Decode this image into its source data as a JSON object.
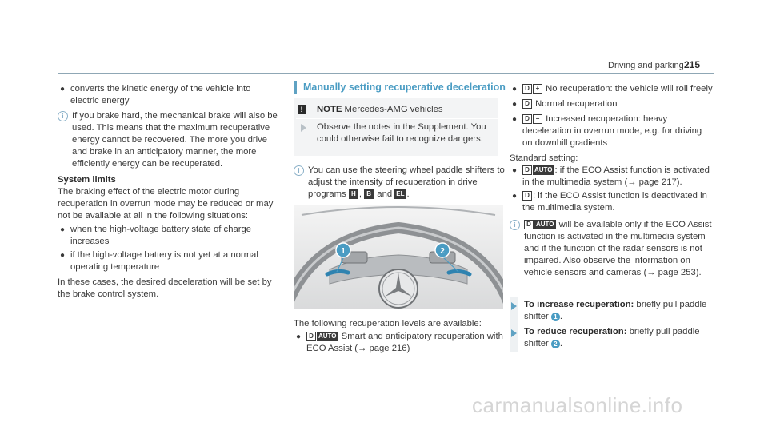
{
  "header": {
    "title": "Driving and parking",
    "page": "215"
  },
  "left": {
    "bullet1": "converts the kinetic energy of the vehicle into electric energy",
    "info1": "If you brake hard, the mechanical brake will also be used. This means that the maximum recuperative energy cannot be recovered. The more you drive and brake in an anticipatory manner, the more efficiently energy can be recuperated.",
    "system_limits_heading": "System limits",
    "system_limits_text": "The braking effect of the electric motor during recuperation in overrun mode may be reduced or may not be available at all in the following situations:",
    "limit_items": [
      "when the high-voltage battery state of charge increases",
      "if the high-voltage battery is not yet at a normal operating temperature"
    ],
    "closing": "In these cases, the desired deceleration will be set by the brake control system."
  },
  "middle": {
    "section_title": "Manually setting recuperative deceleration",
    "note_label": "NOTE",
    "note_text": "Mercedes-AMG vehicles",
    "note_body": "Observe the notes in the Supplement. You could otherwise fail to recognize dangers.",
    "info_text": "You can use the steering wheel paddle shifters to adjust the intensity of recuperation in drive programs",
    "drive_keys": [
      "H",
      "B",
      "EL"
    ],
    "info_and": "and",
    "figure_labels": [
      "1",
      "2"
    ],
    "after_figure": "The following recuperation levels are available:",
    "levels": [
      {
        "keys": [
          "D",
          "AUTO"
        ],
        "text": "Smart and anticipatory recuperation with ECO Assist (→ page 216)"
      }
    ]
  },
  "right": {
    "levels": [
      {
        "keys": [
          "D",
          "+"
        ],
        "text": "No recuperation: the vehicle will roll freely"
      },
      {
        "keys": [
          "D"
        ],
        "text": "Normal recuperation"
      },
      {
        "keys": [
          "D",
          "−"
        ],
        "text": "Increased recuperation: heavy deceleration in overrun mode, e.g. for driving on downhill gradients"
      }
    ],
    "standard_setting": "Standard setting:",
    "standard_items": [
      {
        "keys": [
          "D",
          "AUTO"
        ],
        "text": ": if the ECO Assist function is activated in the multimedia system (→ page 217)."
      },
      {
        "keys": [
          "D"
        ],
        "text": ": if the ECO Assist function is deactivated in the multimedia system."
      }
    ],
    "info_keys": [
      "D",
      "AUTO"
    ],
    "info_text": "will be available only if the ECO Assist function is activated in the multimedia system and if the function of the radar sensors is not impaired. Also observe the information on vehicle sensors and cameras (→ page 253).",
    "steps": [
      {
        "label": "To increase recuperation:",
        "text": "briefly pull paddle shifter",
        "badge": "1"
      },
      {
        "label": "To reduce recuperation:",
        "text": "briefly pull paddle shifter",
        "badge": "2"
      }
    ]
  },
  "watermark": "carmanualsonline.info",
  "colors": {
    "accent": "#4a9cc3",
    "text": "#3a3a3a",
    "rule": "#8fa7b5"
  }
}
